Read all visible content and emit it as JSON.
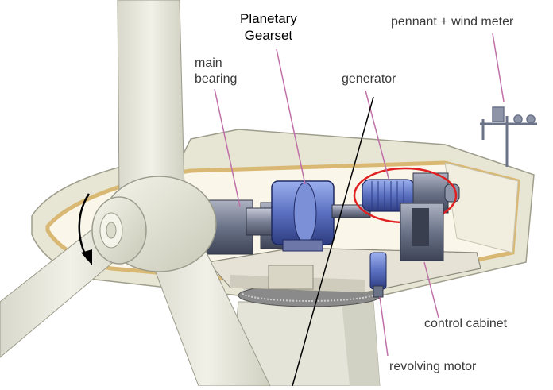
{
  "labels": {
    "planetary_line1": "Planetary",
    "planetary_line2": "Gearset",
    "main_bearing_line1": "main",
    "main_bearing_line2": "bearing",
    "generator": "generator",
    "pennant": "pennant + wind meter",
    "control_cabinet": "control cabinet",
    "revolving_motor": "revolving motor"
  },
  "colors": {
    "hub": "#ececdc",
    "housing_shell": "#e7e5d4",
    "housing_trim": "#d9b874",
    "machine_blue": "#5a70c0",
    "machine_grey": "#6b7389",
    "highlight_circle": "#e02020",
    "leader_line": "#c070a8"
  }
}
